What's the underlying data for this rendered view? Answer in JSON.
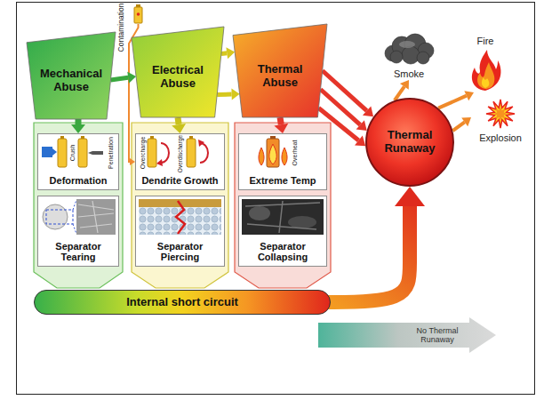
{
  "diagram": {
    "nodes": [
      {
        "text": [
          "Mechanical Abuse"
        ]
      },
      {
        "text": [
          "Electrical Abuse"
        ]
      },
      {
        "text": [
          "Thermal Abuse"
        ]
      },
      {
        "text": [
          "Thermal Runaway"
        ]
      },
      {
        "text": [
          "Smoke"
        ]
      },
      {
        "text": [
          "Fire"
        ]
      },
      {
        "text": [
          "Explosion"
        ]
      },
      {
        "text": [
          "Deformation"
        ]
      },
      {
        "text": [
          "Separator Tearing"
        ]
      },
      {
        "text": [
          "Dendrite Growth"
        ]
      },
      {
        "text": [
          "Separator Piercing"
        ]
      },
      {
        "text": [
          "Extreme Temp"
        ]
      },
      {
        "text": [
          "Separator Collapsing"
        ]
      },
      {
        "text": [
          "Internal short circuit"
        ]
      },
      {
        "text": [
          "No Thermal Runaway"
        ]
      }
    ],
    "edges": [
      {
        "from": 0,
        "to": 1,
        "arrow": "to"
      },
      {
        "from": 1,
        "to": 2,
        "arrow": "to"
      },
      {
        "from": 1,
        "to": 2,
        "arrow": "to"
      },
      {
        "from": 2,
        "to": 3,
        "arrow": "to"
      },
      {
        "from": 2,
        "to": 3,
        "arrow": "to"
      },
      {
        "from": 2,
        "to": 3,
        "arrow": "to"
      },
      {
        "from": 0,
        "to": 7,
        "arrow": "to"
      },
      {
        "from": 1,
        "to": 9,
        "arrow": "to"
      },
      {
        "from": 2,
        "to": 11,
        "arrow": "to"
      },
      {
        "from": 3,
        "to": 4,
        "arrow": "to"
      },
      {
        "from": 3,
        "to": 5,
        "arrow": "to"
      },
      {
        "from": 3,
        "to": 6,
        "arrow": "to"
      },
      {
        "from": 13,
        "to": 3,
        "arrow": "to"
      }
    ],
    "labels": [
      "Contamination",
      "Crush",
      "Penetration",
      "Overcharge",
      "Overdischarge",
      "Overheat"
    ]
  }
}
